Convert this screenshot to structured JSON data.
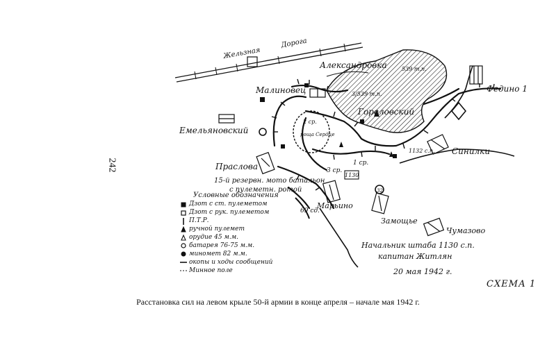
{
  "page_number": "242",
  "caption": "Расстановка сил на левом крыле 50-й армии в конце апреля – начале мая 1942 г.",
  "scheme_label": "СХЕМА 1",
  "railway_label": "Жельзная",
  "railway_label_2": "Дорога",
  "places": {
    "aleksandrovka": "Александровка",
    "malinovets": "Малиновец",
    "gorelovskiy": "Гореловский",
    "emelyanovskiy": "Емельяновский",
    "praslovka": "Праслова",
    "maryino": "Марьино",
    "zamoshye": "Замощье",
    "chumazovo": "Чумазово",
    "fedino": "Федино 1",
    "sinilki": "Синилки"
  },
  "unit_labels": {
    "h539a": "539 т.п.",
    "h539b": "3/539 т.п.",
    "u1132": "1132 с.п.",
    "u1cr": "1 ср.",
    "u3cr": "3 ср.",
    "u2cr": "2 ср.",
    "grove": "роща Сердце",
    "u1130": "1130",
    "u69": "69 сд.",
    "reserve_1": "15-й резервн. мото батальон",
    "reserve_2": "с пулеметн. ротой",
    "u32": "32"
  },
  "legend": {
    "title": "Условные обозначения",
    "items": [
      "Дзот с ст. пулеметом",
      "Дзот с рук. пулеметом",
      "П.Т.Р.",
      "ручной пулемет",
      "орудие 45 м.м.",
      "батарея 76-75 м.м.",
      "миномет 82 м.м.",
      "окопы и ходы сообщений",
      "Минное поле"
    ]
  },
  "signature": {
    "line1": "Начальник штаба 1130 с.п.",
    "line2": "капитан Житлян",
    "date": "20 мая 1942 г."
  }
}
